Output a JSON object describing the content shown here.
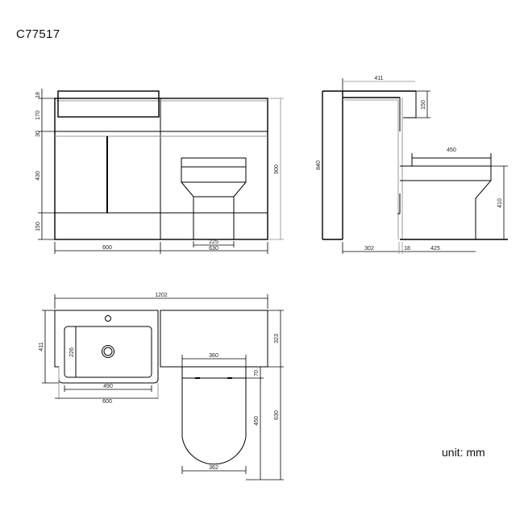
{
  "title": "C77517",
  "unit_label": "unit: mm",
  "front_view": {
    "dims_left": [
      "18",
      "170",
      "30",
      "430",
      "150"
    ],
    "dim_right_height": "900",
    "dim_bottom_basin_unit": "600",
    "dim_bottom_toilet_unit": "630",
    "dim_pan_width": "225"
  },
  "side_view": {
    "dim_top_depth": "411",
    "dim_top_cistern": "150",
    "dim_height": "840",
    "dim_seat_length": "450",
    "dim_pan_height": "410",
    "dim_bottom_unit_depth": "302",
    "dim_bottom_gap": "18",
    "dim_bottom_pan": "425"
  },
  "plan_view": {
    "dim_total_width": "1202",
    "dim_basin_depth": "411",
    "dim_bowl_depth": "226",
    "dim_bowl_width": "490",
    "dim_basin_width": "600",
    "dim_unit_depth": "323",
    "dim_seat_width": "360",
    "dim_seat_gap": "70",
    "dim_pan_length": "450",
    "dim_projection": "630",
    "dim_pan_width": "362"
  }
}
